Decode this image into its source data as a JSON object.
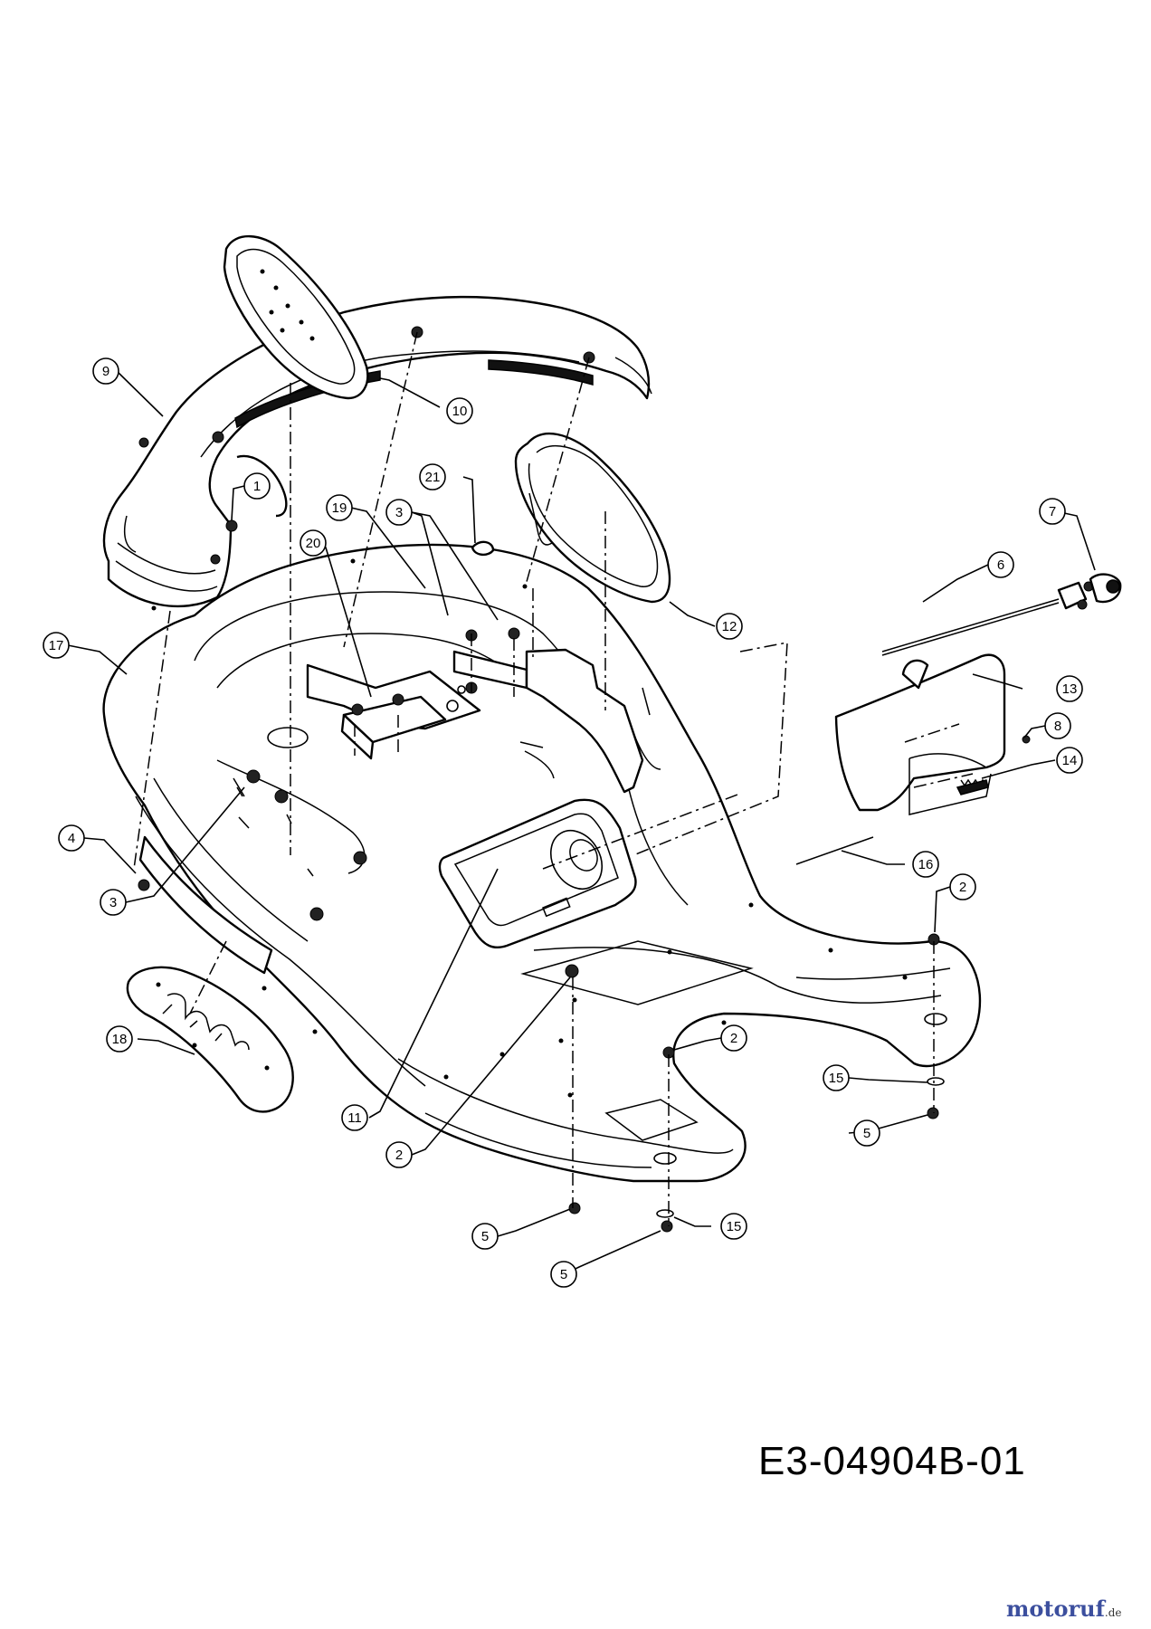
{
  "diagram": {
    "drawing_code": "E3-04904B-01",
    "watermark": {
      "name": "motoruf",
      "tld": ".de"
    },
    "callouts": [
      {
        "label": "1"
      },
      {
        "label": "2"
      },
      {
        "label": "2"
      },
      {
        "label": "2"
      },
      {
        "label": "3"
      },
      {
        "label": "3"
      },
      {
        "label": "4"
      },
      {
        "label": "5"
      },
      {
        "label": "5"
      },
      {
        "label": "5"
      },
      {
        "label": "6"
      },
      {
        "label": "7"
      },
      {
        "label": "8"
      },
      {
        "label": "9"
      },
      {
        "label": "10"
      },
      {
        "label": "11"
      },
      {
        "label": "12"
      },
      {
        "label": "13"
      },
      {
        "label": "14"
      },
      {
        "label": "15"
      },
      {
        "label": "15"
      },
      {
        "label": "16"
      },
      {
        "label": "17"
      },
      {
        "label": "18"
      },
      {
        "label": "19"
      },
      {
        "label": "20"
      },
      {
        "label": "21"
      }
    ]
  }
}
